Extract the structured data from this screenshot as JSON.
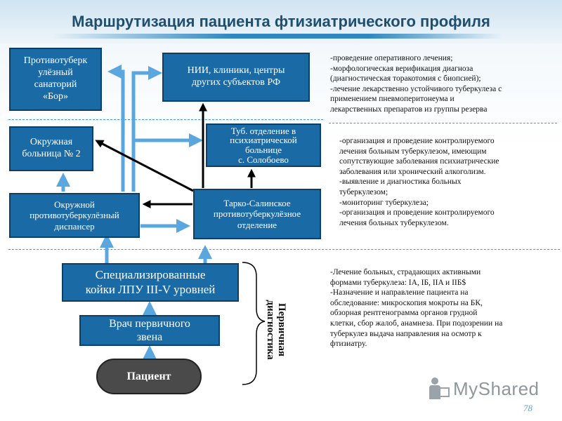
{
  "title": "Маршрутизация пациента фтизиатрического профиля",
  "boxes": {
    "sanatorium": [
      "Противотуберк",
      "улёзный",
      "санаторий",
      "«Бор»"
    ],
    "nii": [
      "НИИ, клиники, центры",
      "других субъектов РФ"
    ],
    "okr_bolnica": [
      "Окружная",
      "больница № 2"
    ],
    "tub_otdelenie": [
      "Туб. отделение в",
      "психиатрической",
      "больнице",
      "с. Солобоево"
    ],
    "okr_dispanser": [
      "Окружной",
      "противотуберкулёзный",
      "диспансер"
    ],
    "tarko": [
      "Тарко-Салинское",
      "противотуберкулёзное",
      "отделение"
    ],
    "spec_koiki": [
      "Специализированные",
      "койки ЛПУ III-V уровней"
    ],
    "vrach": [
      "Врач первичного",
      "звена"
    ],
    "pacient": "Пациент"
  },
  "brace_label": [
    "Первичная",
    "диагностика"
  ],
  "notes": {
    "top": [
      "-проведение оперативного лечения;",
      "-морфологическая верификация диагноза",
      "(диагностическая торакотомия с биопсией);",
      "-лечение лекарственно устойчивого туберкулеза с",
      "применением пневмоперитонеума и",
      "лекарственных препаратов  из группы резерва"
    ],
    "middle": [
      "-организация и проведение контролируемого",
      "лечения больным туберкулезом, имеющим",
      "сопутствующие заболевания психиатрические",
      "заболевания или хронический алкоголизм.",
      "-выявление и диагностика больных",
      "туберкулезом;",
      "-мониторинг туберкулеза;",
      "-организация и проведение контролируемого",
      "лечения больных туберкулезом."
    ],
    "bottom": [
      "-Лечение больных, страдающих активными",
      "формами туберкулеза: IA, IБ, IIA и IIБ$",
      "-Назначение и направление пациента на",
      "обследование:  микроскопия мокроты на БК,",
      "обзорная рентгенограмма органов грудной",
      "клетки, сбор жалоб, анамнеза. При подозрении на",
      "туберкулез  выдача направления на осмотр к",
      "фтизиатру."
    ]
  },
  "logo_text": "MyShared",
  "page_number": "78",
  "colors": {
    "box_fill": "#1a6aa6",
    "box_border": "#0d3f66",
    "patient_fill": "#4a4a4a",
    "arrow_blue": "#5aa7e0",
    "arrow_black": "#000000",
    "title": "#1f4e6e",
    "dashed": "#3b9ed6"
  },
  "icons": [
    "logo-person-icon"
  ]
}
